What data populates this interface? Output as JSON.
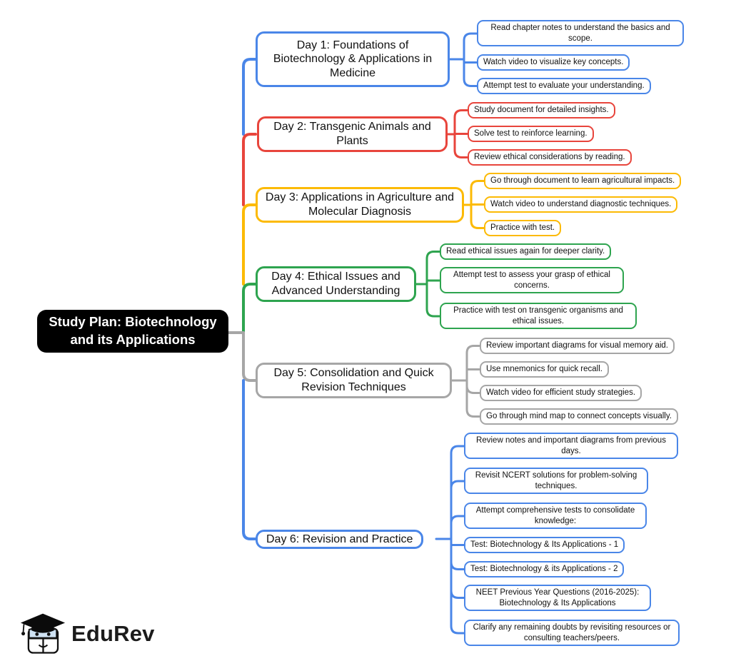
{
  "title": "Study Plan: Biotechnology and its Applications",
  "colors": {
    "blue": "#4a86e8",
    "red": "#e8453c",
    "yellow": "#fcba04",
    "green": "#2ea44f",
    "gray": "#a6a6a6",
    "center_background": "#000000",
    "center_text": "#ffffff"
  },
  "days": [
    {
      "label": "Day 1: Foundations of Biotechnology & Applications in Medicine",
      "color": "#4a86e8",
      "children": [
        "Read chapter notes to understand the basics and scope.",
        "Watch video to visualize key concepts.",
        "Attempt test to evaluate your understanding."
      ]
    },
    {
      "label": "Day 2: Transgenic Animals and Plants",
      "color": "#e8453c",
      "children": [
        "Study document for detailed insights.",
        "Solve test to reinforce learning.",
        "Review ethical considerations by reading."
      ]
    },
    {
      "label": "Day 3: Applications in Agriculture and Molecular Diagnosis",
      "color": "#fcba04",
      "children": [
        "Go through document to learn agricultural impacts.",
        "Watch video to understand diagnostic techniques.",
        "Practice with test."
      ]
    },
    {
      "label": "Day 4: Ethical Issues and Advanced Understanding",
      "color": "#2ea44f",
      "children": [
        "Read ethical issues again for deeper clarity.",
        "Attempt test to assess your grasp of ethical concerns.",
        "Practice with test on transgenic organisms and ethical issues."
      ]
    },
    {
      "label": "Day 5: Consolidation and Quick Revision Techniques",
      "color": "#a6a6a6",
      "children": [
        "Review important diagrams for visual memory aid.",
        "Use mnemonics for quick recall.",
        "Watch video for efficient study strategies.",
        "Go through mind map to connect concepts visually."
      ]
    },
    {
      "label": "Day 6: Revision and Practice",
      "color": "#4a86e8",
      "children": [
        "Review notes and important diagrams from previous days.",
        "Revisit NCERT solutions for problem-solving techniques.",
        "Attempt comprehensive tests to consolidate knowledge:",
        "Test: Biotechnology & Its Applications - 1",
        "Test: Biotechnology & its Applications - 2",
        "NEET Previous Year Questions (2016-2025): Biotechnology & Its Applications",
        "Clarify any remaining doubts by revisiting resources or consulting teachers/peers."
      ]
    }
  ],
  "logo": {
    "brand": "EduRev"
  }
}
